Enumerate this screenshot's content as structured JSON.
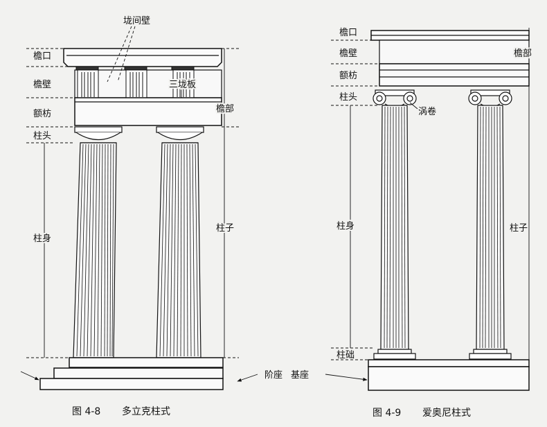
{
  "fig_left": {
    "caption_number": "图 4-8",
    "caption_title": "多立克柱式",
    "labels": {
      "cornice": "檐口",
      "frieze": "檐壁",
      "architrave": "额枋",
      "capital": "柱头",
      "shaft": "柱身",
      "column": "柱子",
      "entablature": "檐部",
      "metope": "垅间壁",
      "triglyph": "三垅板",
      "stylobate": "阶座"
    }
  },
  "fig_right": {
    "caption_number": "图 4-9",
    "caption_title": "爱奥尼柱式",
    "labels": {
      "cornice": "檐口",
      "frieze": "檐壁",
      "architrave": "额枋",
      "capital": "柱头",
      "volute": "涡卷",
      "shaft": "柱身",
      "column": "柱子",
      "entablature": "檐部",
      "base": "柱础",
      "plinth": "基座"
    }
  }
}
